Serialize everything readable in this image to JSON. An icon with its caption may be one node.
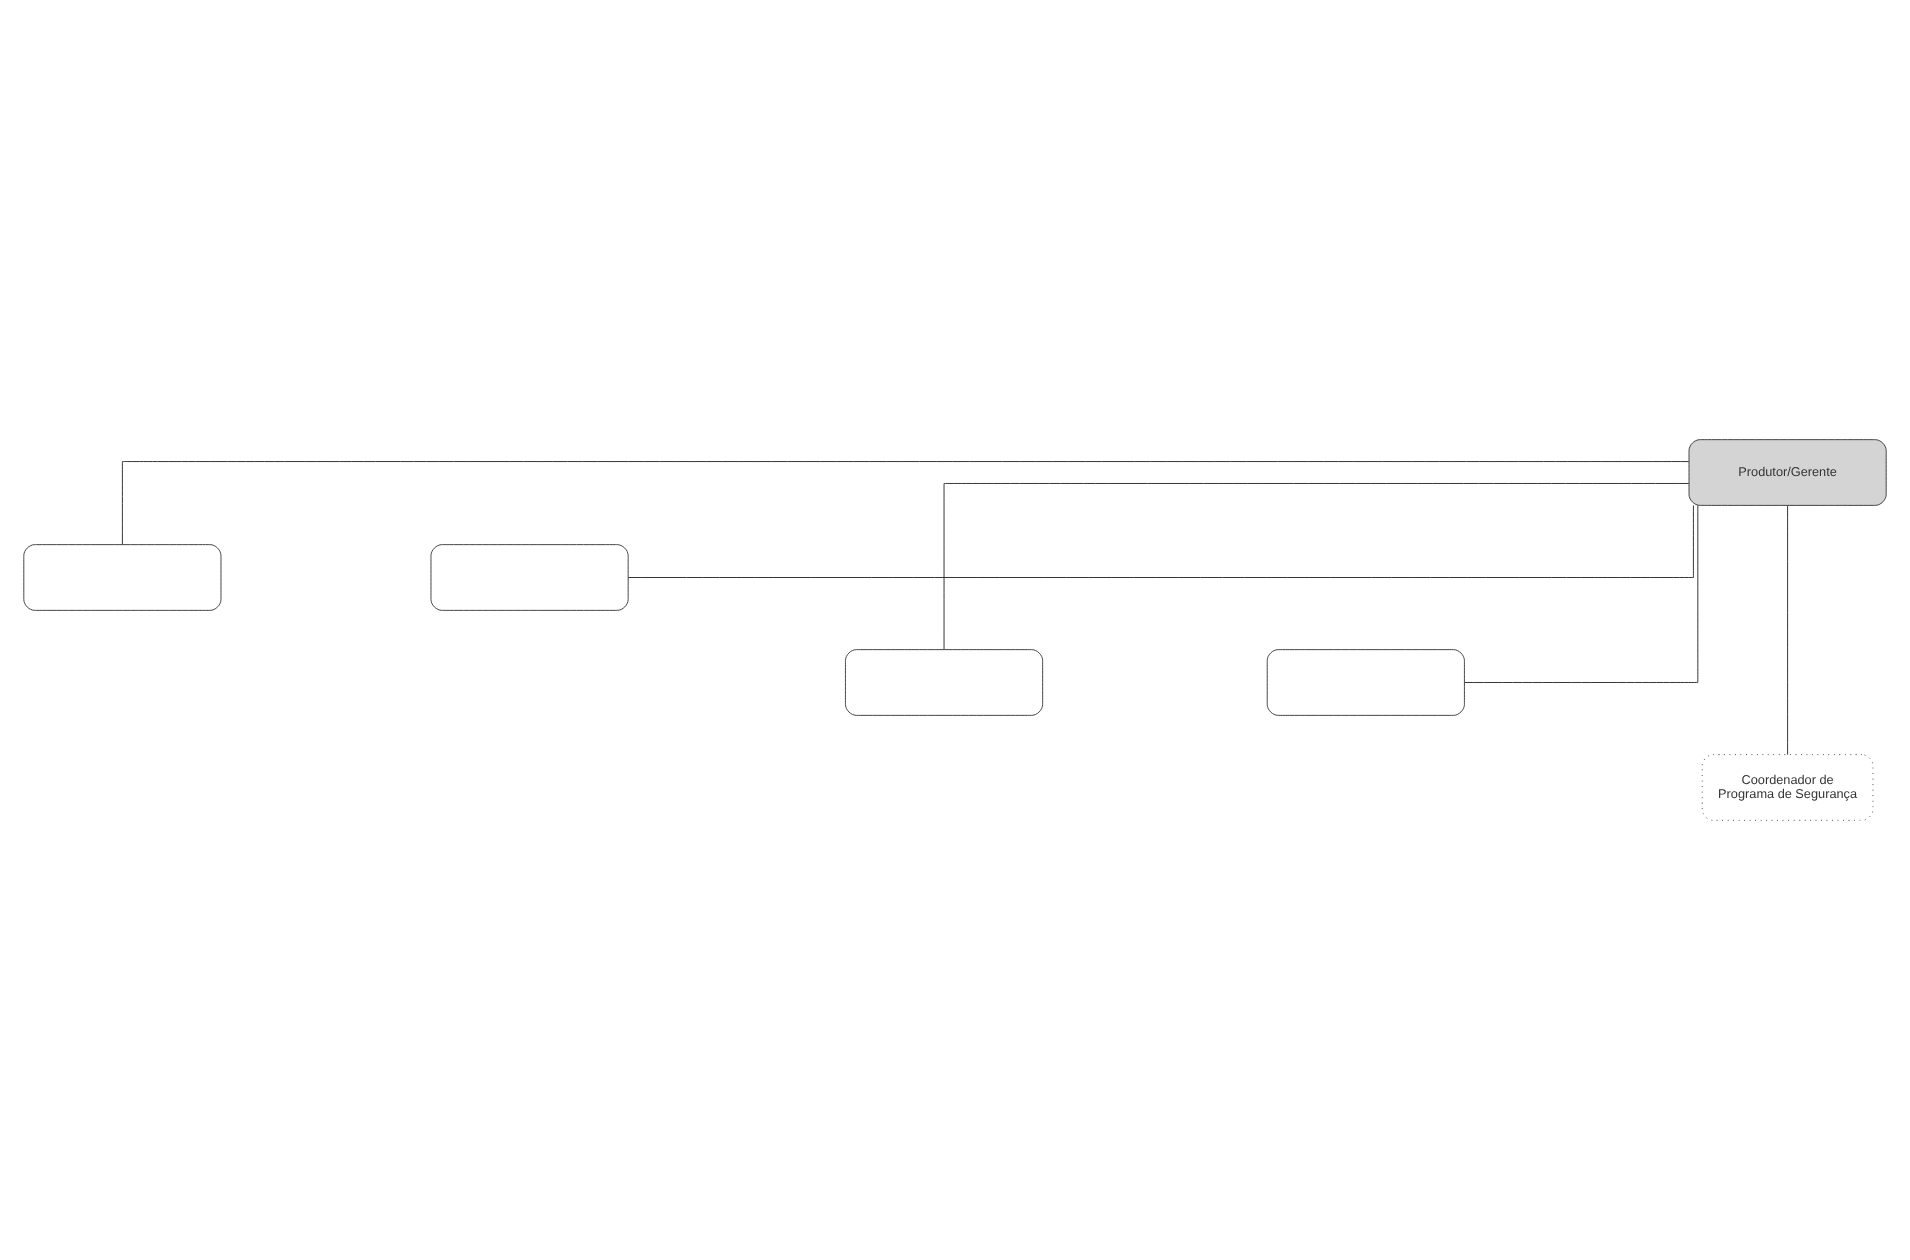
{
  "diagram": {
    "nodes": [
      {
        "text": [
          "Produtor/Gerente"
        ]
      },
      {
        "text": [],
        "shape": "box"
      },
      {
        "text": [],
        "shape": "box"
      },
      {
        "text": [],
        "shape": "box"
      },
      {
        "text": [],
        "shape": "box"
      },
      {
        "text": [
          "Coordenador de Programa de Segurança"
        ]
      }
    ],
    "edges": [
      {
        "from": 0,
        "to": 1,
        "arrow": "none"
      },
      {
        "from": 0,
        "to": 2,
        "arrow": "none"
      },
      {
        "from": 0,
        "to": 3,
        "arrow": "none"
      },
      {
        "from": 0,
        "to": 4,
        "arrow": "none"
      },
      {
        "from": 0,
        "to": 5,
        "arrow": "none"
      }
    ]
  }
}
